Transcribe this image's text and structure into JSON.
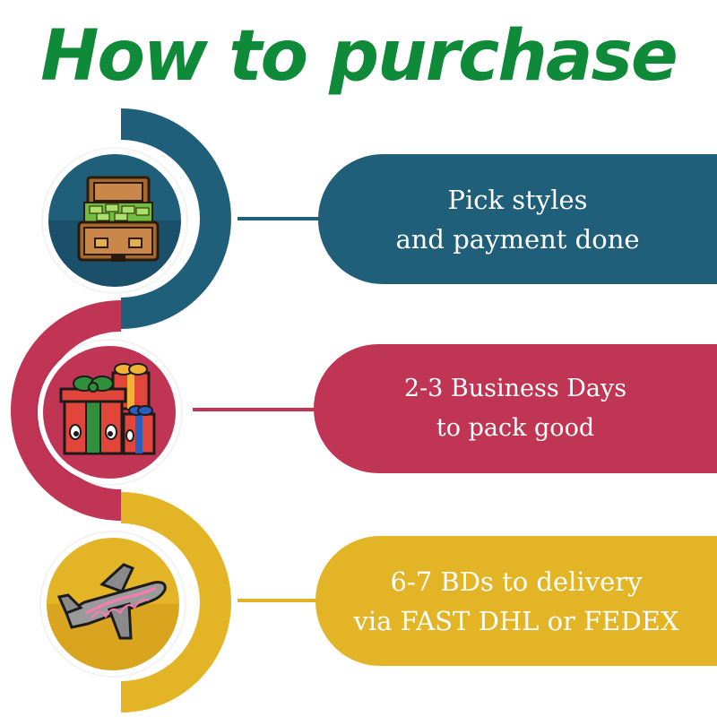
{
  "title": "How to purchase",
  "steps": [
    {
      "line1": "Pick styles",
      "line2": "and payment done",
      "icon": "briefcase-of-money-icon",
      "color": "#1f5f7a"
    },
    {
      "line1": "2-3 Business Days",
      "line2": "to pack good",
      "icon": "gift-boxes-icon",
      "color": "#c13554"
    },
    {
      "line1": "6-7 BDs to delivery",
      "line2": "via FAST DHL or FEDEX",
      "icon": "airplane-icon",
      "color": "#e3b426"
    }
  ],
  "colors": {
    "title": "#0f8a38"
  }
}
